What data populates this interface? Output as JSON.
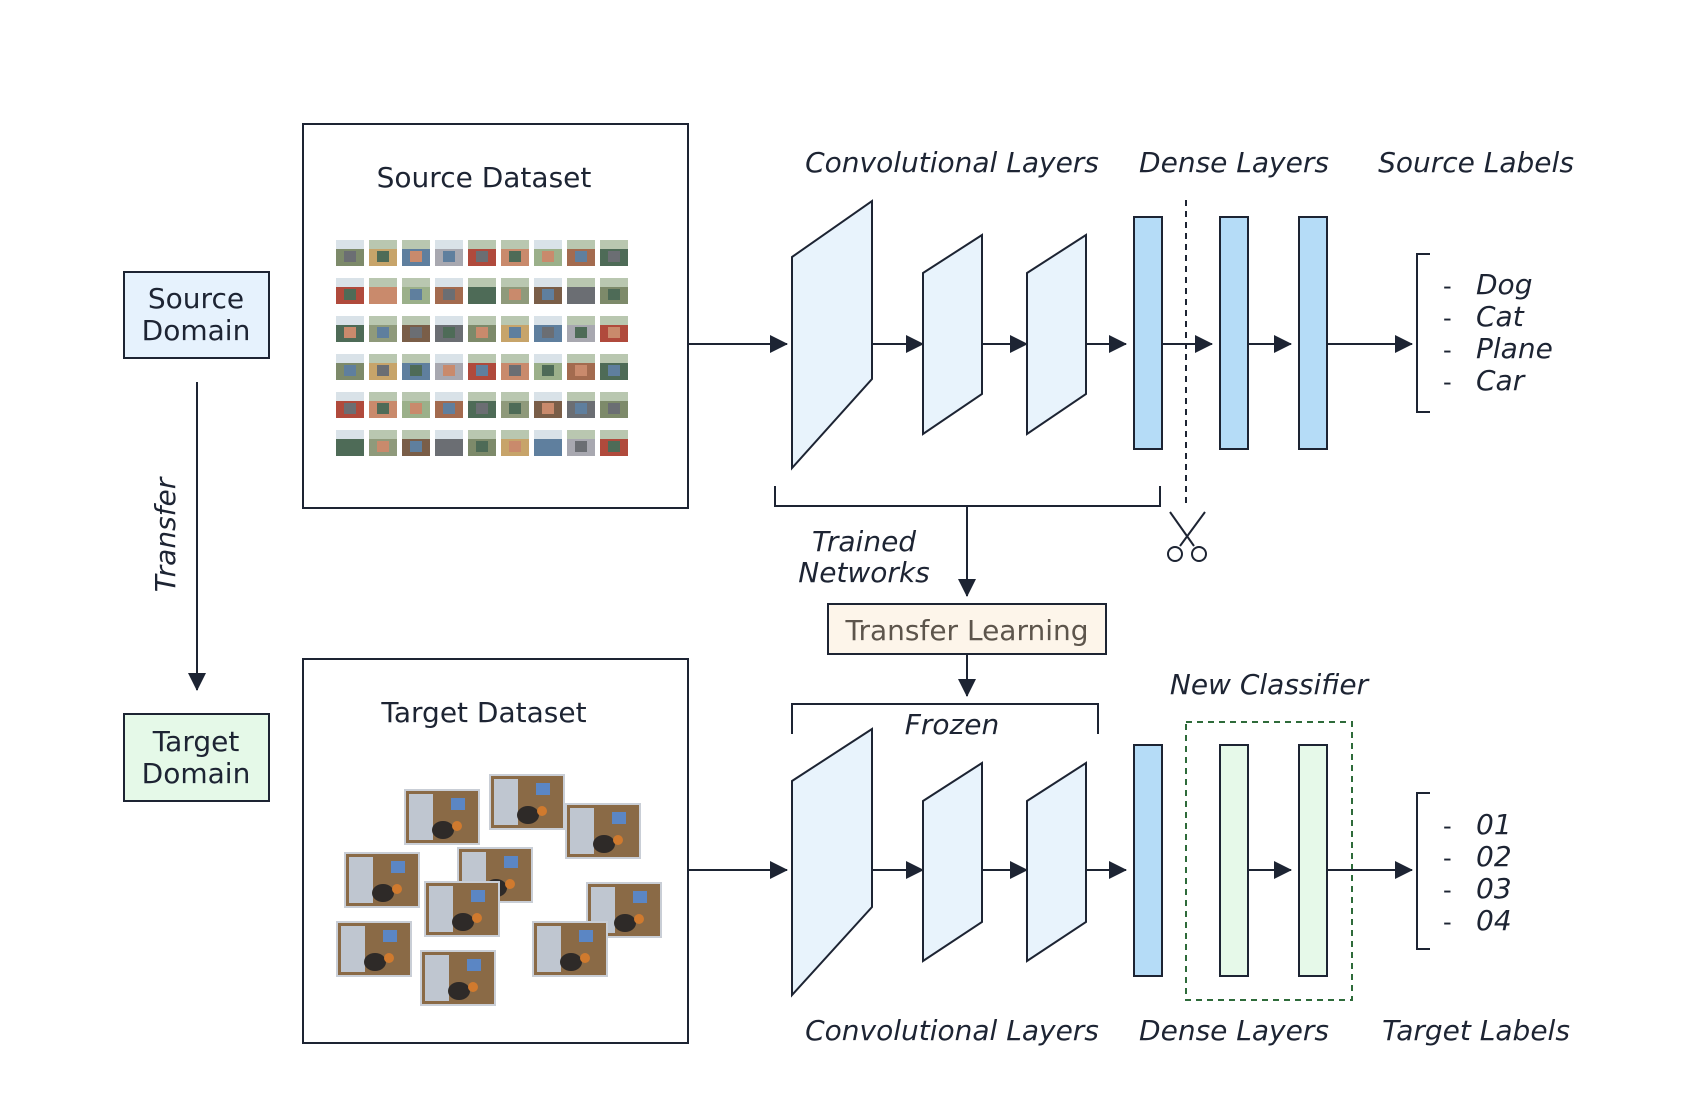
{
  "left": {
    "source_domain": [
      "Source",
      "Domain"
    ],
    "target_domain": [
      "Target",
      "Domain"
    ],
    "transfer": "Transfer"
  },
  "source_dataset": {
    "title": "Source Dataset"
  },
  "target_dataset": {
    "title": "Target Dataset"
  },
  "top": {
    "conv_label": "Convolutional Layers",
    "dense_label": "Dense Layers",
    "labels_title": "Source Labels",
    "labels": [
      "Dog",
      "Cat",
      "Plane",
      "Car"
    ]
  },
  "middle": {
    "trained_networks": [
      "Trained",
      "Networks"
    ],
    "transfer_learning": "Transfer Learning",
    "frozen": "Frozen",
    "new_classifier": "New Classifier"
  },
  "bottom": {
    "conv_label": "Convolutional Layers",
    "dense_label": "Dense Layers",
    "labels_title": "Target Labels",
    "labels": [
      "01",
      "02",
      "03",
      "04"
    ]
  },
  "dash": "-",
  "colors": {
    "conv_fill": "#e8f3fc",
    "dense_fill": "#b5dcf7",
    "classifier_fill": "#e6f9e9",
    "source_domain_fill": "#e6f2fd",
    "target_domain_fill": "#e5f9e8",
    "transfer_learning_fill": "#fdf5ea",
    "line": "#1d2433",
    "classifier_border": "#2e6b3a"
  }
}
